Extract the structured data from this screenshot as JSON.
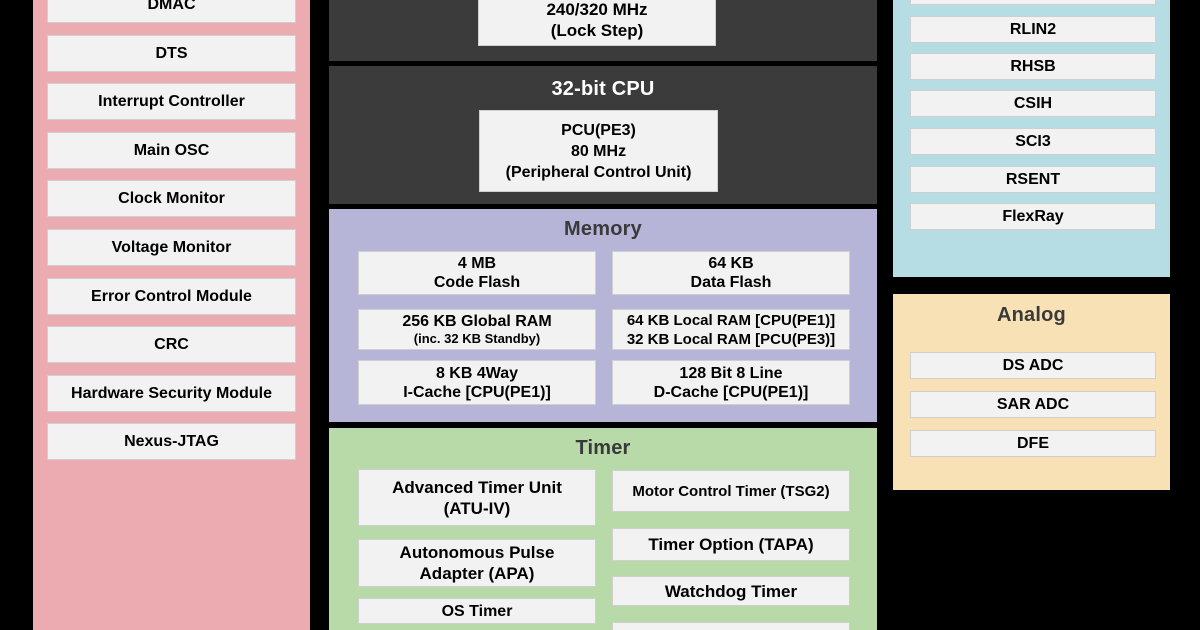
{
  "diagram": {
    "system": {
      "items": [
        "DMAC",
        "DTS",
        "Interrupt Controller",
        "Main OSC",
        "Clock Monitor",
        "Voltage Monitor",
        "Error Control Module",
        "CRC",
        "Hardware Security Module",
        "Nexus-JTAG"
      ]
    },
    "cpu_lockstep": {
      "box": {
        "l1": "240/320 MHz",
        "l2": "(Lock Step)"
      }
    },
    "cpu_pcu": {
      "title": "32-bit CPU",
      "box": {
        "l1": "PCU(PE3)",
        "l2": "80 MHz",
        "l3": "(Peripheral Control Unit)"
      }
    },
    "memory": {
      "title": "Memory",
      "cells": [
        {
          "l1": "4 MB",
          "l2": "Code Flash"
        },
        {
          "l1": "64 KB",
          "l2": "Data Flash"
        },
        {
          "l1": "256 KB Global RAM",
          "l2": "(inc. 32 KB Standby)"
        },
        {
          "l1": "64 KB Local RAM [CPU(PE1)]",
          "l2": "32 KB Local RAM [PCU(PE3)]"
        },
        {
          "l1": "8 KB 4Way",
          "l2": "I-Cache [CPU(PE1)]"
        },
        {
          "l1": "128 Bit 8 Line",
          "l2": "D-Cache [CPU(PE1)]"
        }
      ]
    },
    "timer": {
      "title": "Timer",
      "atu": {
        "l1": "Advanced Timer Unit",
        "l2": "(ATU-IV)"
      },
      "apa": {
        "l1": "Autonomous Pulse",
        "l2": "Adapter (APA)"
      },
      "os_timer": "OS Timer",
      "motor": "Motor Control Timer (TSG2)",
      "tapa": "Timer Option (TAPA)",
      "watchdog": "Watchdog Timer"
    },
    "comm": {
      "items": [
        "RLIN2",
        "RHSB",
        "CSIH",
        "SCI3",
        "RSENT",
        "FlexRay"
      ]
    },
    "analog": {
      "title": "Analog",
      "items": [
        "DS ADC",
        "SAR ADC",
        "DFE"
      ]
    },
    "colors": {
      "background": "#000000",
      "system_pink": "#ecabb0",
      "cpu_dark": "#3b3b3b",
      "memory_purple": "#b6b5d8",
      "timer_green": "#b8d9a8",
      "comm_blue": "#b6dce4",
      "analog_tan": "#f7e1b5",
      "box_white": "#f2f2f2"
    }
  }
}
